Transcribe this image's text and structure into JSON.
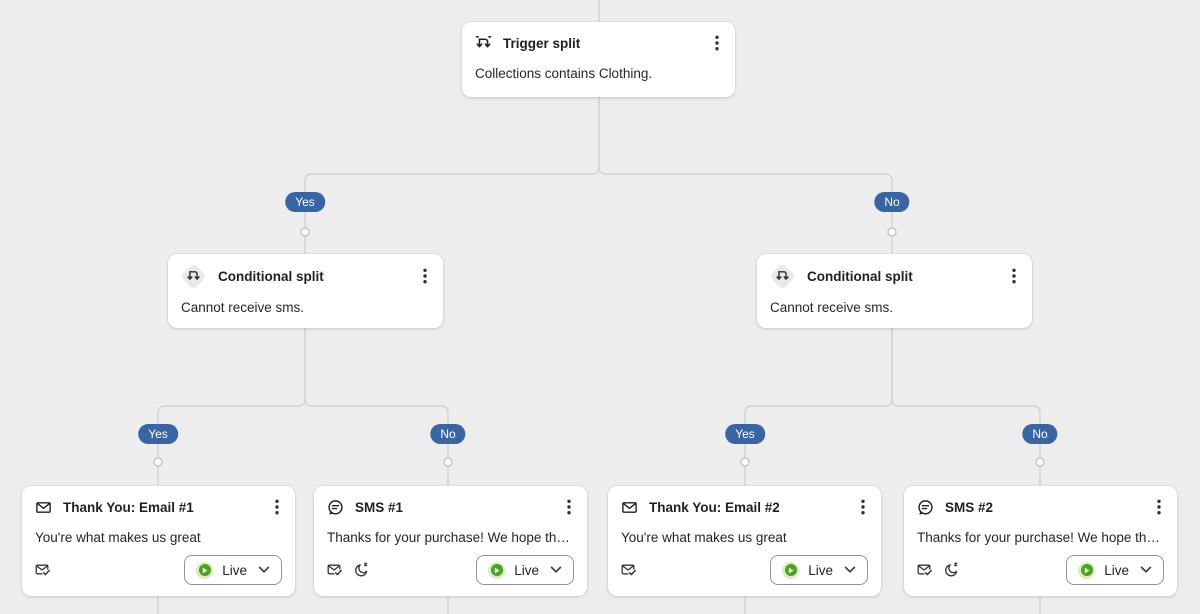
{
  "colors": {
    "background": "#ededee",
    "card": "#ffffff",
    "badge_blue": "#3a65a5",
    "connector": "#d4d4d6",
    "live_green": "#47a41c",
    "live_green_halo": "#d9edc3",
    "border_gray": "#8f939a"
  },
  "trigger": {
    "title": "Trigger split",
    "description": "Collections contains Clothing."
  },
  "branches": {
    "yes_label": "Yes",
    "no_label": "No"
  },
  "conditionals": [
    {
      "title": "Conditional split",
      "description": "Cannot receive sms."
    },
    {
      "title": "Conditional split",
      "description": "Cannot receive sms."
    }
  ],
  "messages": [
    {
      "channel": "email",
      "title": "Thank You: Email #1",
      "preview": "You're what makes us great",
      "status": "Live"
    },
    {
      "channel": "sms",
      "title": "SMS #1",
      "preview": "Thanks for your purchase! We hope that ...",
      "status": "Live"
    },
    {
      "channel": "email",
      "title": "Thank You: Email #2",
      "preview": "You're what makes us great",
      "status": "Live"
    },
    {
      "channel": "sms",
      "title": "SMS #2",
      "preview": "Thanks for your purchase! We hope that ...",
      "status": "Live"
    }
  ],
  "icons": {
    "trigger_split": "split-arrows-icon",
    "conditional_split": "branch-diamond-icon",
    "email": "envelope-icon",
    "sms": "chat-bubble-icon",
    "smart_sending": "envelope-check-icon",
    "quiet_hours": "moon-icon",
    "status": "play-circle-icon",
    "menu": "kebab-menu-icon",
    "expand": "chevron-down-icon"
  }
}
